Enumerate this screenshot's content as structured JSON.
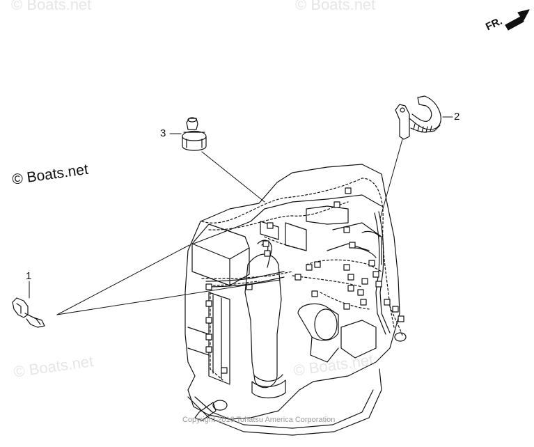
{
  "watermark": "© Boats.net",
  "brand_label": "© Boats.net",
  "copyright": "Copyright 2016 Tohatsu America Corporation",
  "direction_label": "FR.",
  "callouts": {
    "c1": "1",
    "c2": "2",
    "c3": "3"
  }
}
